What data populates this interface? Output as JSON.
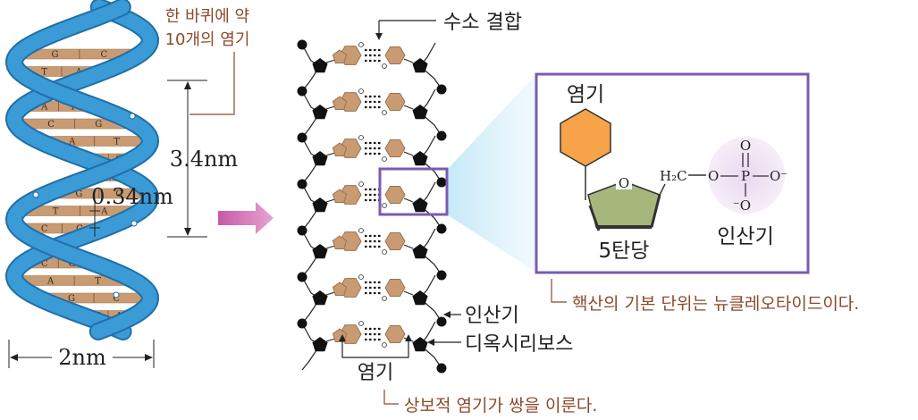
{
  "helix": {
    "turn_note_line1": "한 바퀴에 약",
    "turn_note_line2": "10개의 염기",
    "pitch": "3.4nm",
    "rise": "0.34nm",
    "width": "2nm",
    "pairs": [
      [
        "G",
        "C"
      ],
      [
        "T",
        "A"
      ],
      [
        "C",
        "G"
      ],
      [
        "A",
        "T"
      ],
      [
        "C",
        "G"
      ],
      [
        "A",
        "T"
      ],
      [
        "G",
        "C"
      ],
      [
        "T",
        "A"
      ],
      [
        "G",
        "C"
      ],
      [
        "T",
        "A"
      ],
      [
        "C",
        "G"
      ],
      [
        "A",
        "T"
      ],
      [
        "C",
        "G"
      ],
      [
        "A",
        "T"
      ],
      [
        "G",
        "C"
      ],
      [
        "T",
        "A"
      ]
    ]
  },
  "ladder": {
    "hydrogen_bond": "수소 결합",
    "phosphate": "인산기",
    "deoxyribose": "디옥시리보스",
    "base": "염기",
    "pairing_note": "상보적 염기가 쌍을 이룬다."
  },
  "inset": {
    "base": "염기",
    "sugar": "5탄당",
    "phosphate": "인산기",
    "h2c": "H₂C",
    "o_ring": "O",
    "o_top": "O",
    "p": "P",
    "o_left": "O",
    "o_right": "O⁻",
    "o_bottom": "⁻O",
    "caption": "핵산의 기본 단위는 뉴클레오타이드이다."
  },
  "colors": {
    "strand": "#3a9bd6",
    "rung": "#c99b73",
    "hex_base": "#f6a34a",
    "pentagon": "#a7b77c",
    "inset_frame": "#7a5bb0",
    "note": "#8b4a2b"
  }
}
